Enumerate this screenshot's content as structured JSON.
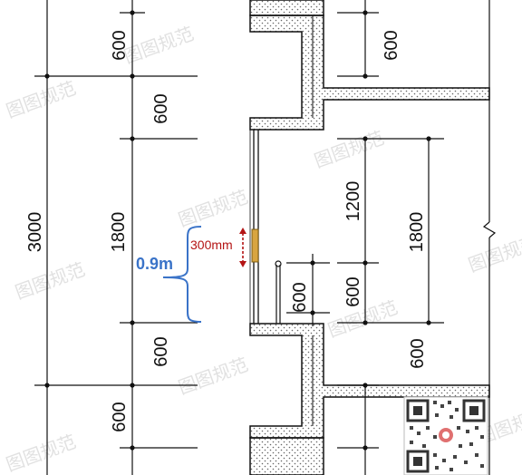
{
  "dimensions": {
    "left_outer": "3000",
    "left_upper_a": "600",
    "left_upper_b": "600",
    "left_middle": "1800",
    "left_lower_a": "600",
    "left_lower_b": "600",
    "right_upper": "600",
    "right_middle": "1800",
    "right_middle_top": "1200",
    "right_middle_bottom": "600",
    "right_lower": "600",
    "door_leaf": "600"
  },
  "annotations": {
    "height_label": "0.9m",
    "small_label": "300mm",
    "height_color": "#3a73c8",
    "small_color": "#b41414"
  },
  "watermark": {
    "text": "图图规范"
  },
  "colors": {
    "line": "#111111",
    "wall_fill": "#ffffff",
    "hatch": "#555555"
  }
}
